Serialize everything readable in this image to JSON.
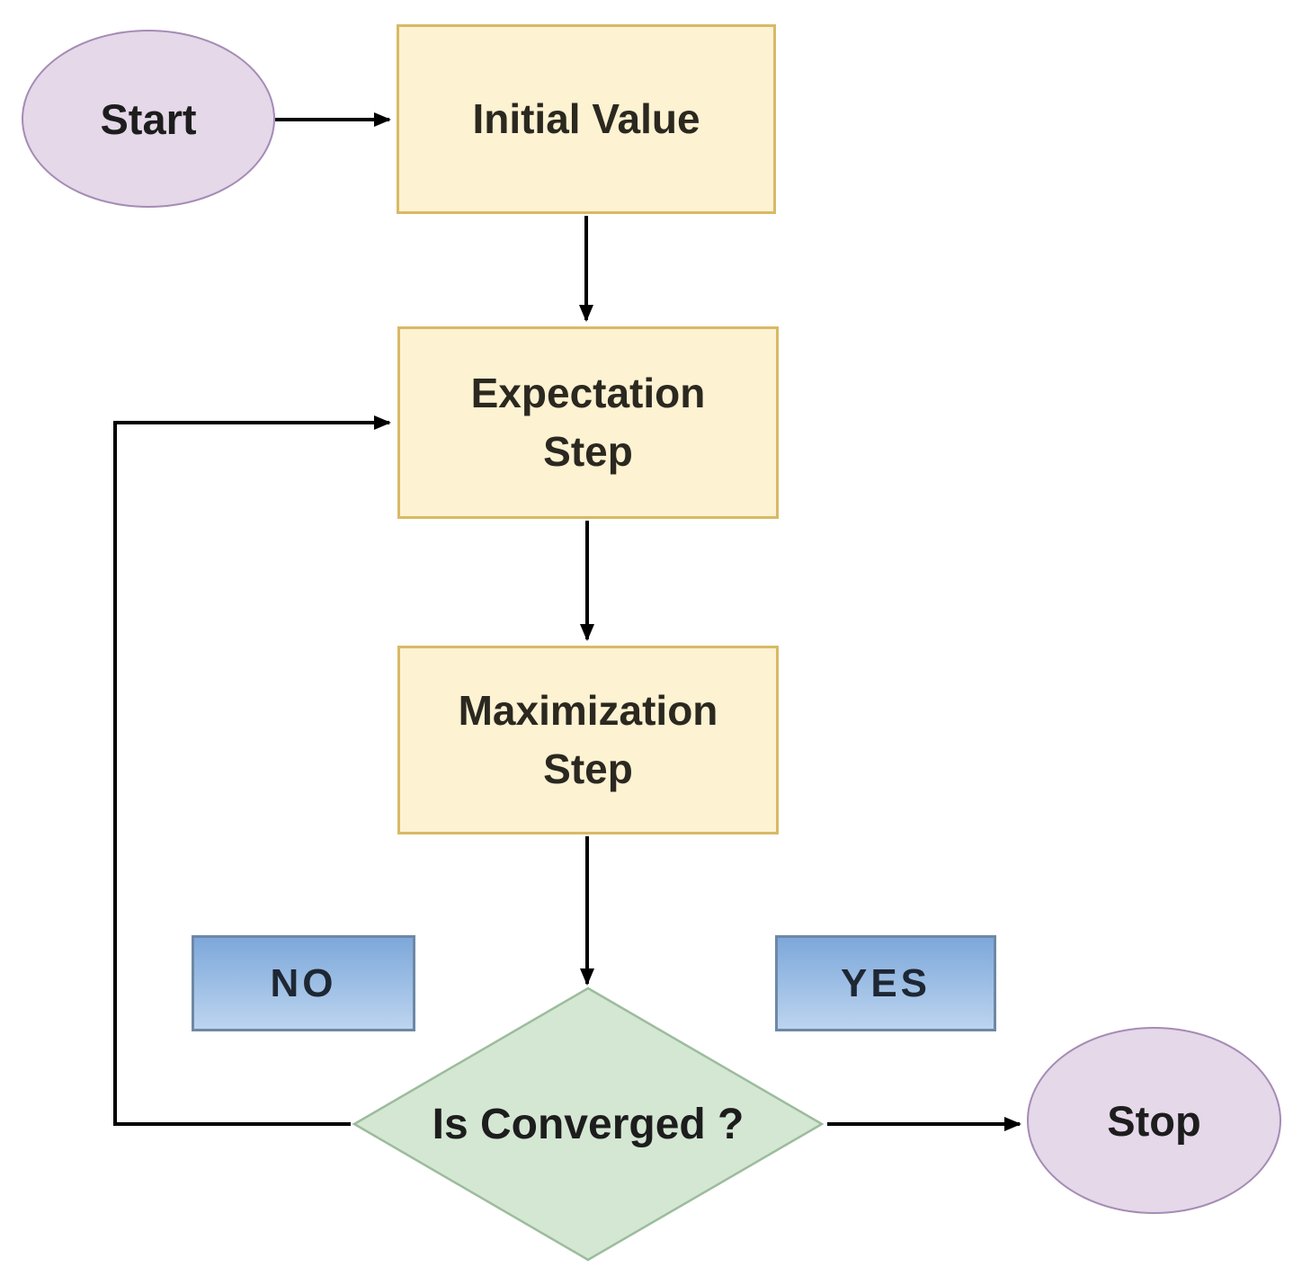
{
  "diagram": {
    "nodes": {
      "start": {
        "label": "Start",
        "shape": "ellipse"
      },
      "initial": {
        "label": "Initial Value",
        "shape": "rectangle"
      },
      "expectation": {
        "label": "Expectation\nStep",
        "shape": "rectangle"
      },
      "maximization": {
        "label": "Maximization\nStep",
        "shape": "rectangle"
      },
      "decision": {
        "label": "Is Converged ?",
        "shape": "diamond"
      },
      "no_branch": {
        "label": "NO",
        "shape": "rectangle"
      },
      "yes_branch": {
        "label": "YES",
        "shape": "rectangle"
      },
      "stop": {
        "label": "Stop",
        "shape": "ellipse"
      }
    },
    "edges": [
      {
        "from": "start",
        "to": "initial"
      },
      {
        "from": "initial",
        "to": "expectation"
      },
      {
        "from": "expectation",
        "to": "maximization"
      },
      {
        "from": "maximization",
        "to": "decision"
      },
      {
        "from": "decision",
        "to": "expectation",
        "branch": "NO"
      },
      {
        "from": "decision",
        "to": "stop",
        "branch": "YES"
      }
    ],
    "colors": {
      "terminal_fill": "#e4d8e9",
      "terminal_border": "#a58bb5",
      "process_fill": "#fdf2d2",
      "process_border": "#d8b966",
      "decision_fill": "#d3e7d3",
      "decision_border": "#9cbc9c",
      "branch_fill_top": "#7da8da",
      "branch_fill_bottom": "#bcd4ef",
      "branch_border": "#6e88a5",
      "branch_text": "#1e2733",
      "process_text": "#2b2820",
      "node_text": "#1d1d1d",
      "arrow": "#000000",
      "background": "#ffffff"
    }
  }
}
